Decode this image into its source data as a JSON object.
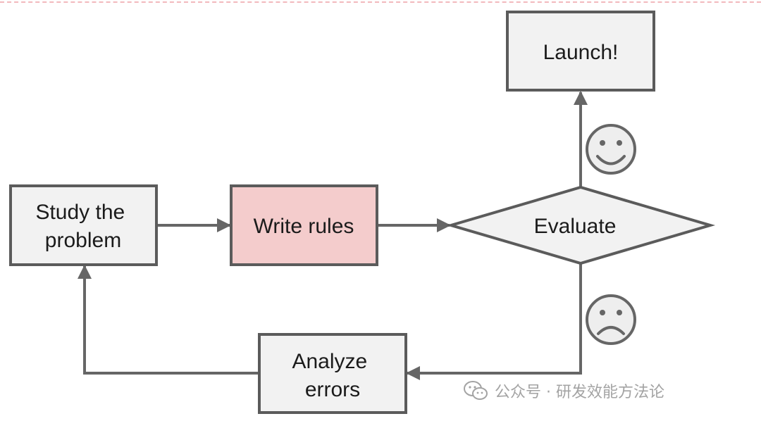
{
  "diagram": {
    "nodes": {
      "study": {
        "line1": "Study the",
        "line2": "problem"
      },
      "write_rules": {
        "label": "Write rules"
      },
      "evaluate": {
        "label": "Evaluate"
      },
      "launch": {
        "label": "Launch!"
      },
      "analyze": {
        "line1": "Analyze",
        "line2": "errors"
      }
    },
    "colors": {
      "box_fill": "#f2f2f2",
      "box_stroke": "#5b5b5b",
      "highlight_fill": "#f4cccc",
      "arrow": "#666666"
    },
    "icons": {
      "success": "smiley-face-icon",
      "failure": "frowning-face-icon"
    }
  },
  "watermark": {
    "text": "公众号 · 研发效能方法论",
    "icon": "wechat-icon"
  }
}
